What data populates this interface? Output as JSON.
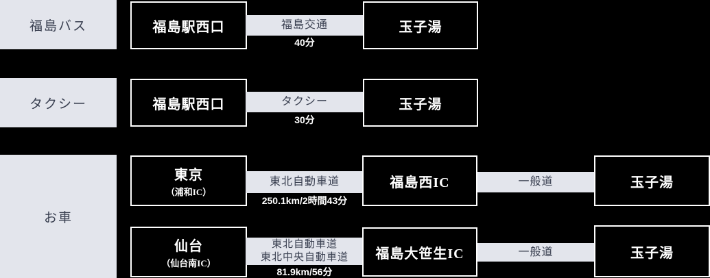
{
  "colors": {
    "background": "#000000",
    "panel": "#e3e5ec",
    "panel_text": "#3a4051",
    "node_bg": "#000000",
    "node_border": "#ffffff",
    "node_text": "#ffffff",
    "time_text": "#ffffff"
  },
  "rows": [
    {
      "label": "福島バス",
      "from": "福島駅西口",
      "via": "福島交通",
      "time": "40分",
      "to": "玉子湯"
    },
    {
      "label": "タクシー",
      "from": "福島駅西口",
      "via": "タクシー",
      "time": "30分",
      "to": "玉子湯"
    },
    {
      "label": "お車",
      "routes": [
        {
          "from": "東京",
          "from_detail": "（浦和IC）",
          "via1_line1": "東北自動車道",
          "via1_time": "250.1km/2時間43分",
          "mid": "福島西IC",
          "via2": "一般道",
          "to": "玉子湯"
        },
        {
          "from": "仙台",
          "from_detail": "（仙台南IC）",
          "via1_line1": "東北自動車道",
          "via1_line2": "東北中央自動車道",
          "via1_time": "81.9km/56分",
          "mid": "福島大笹生IC",
          "via2": "一般道",
          "to": "玉子湯"
        }
      ]
    }
  ]
}
